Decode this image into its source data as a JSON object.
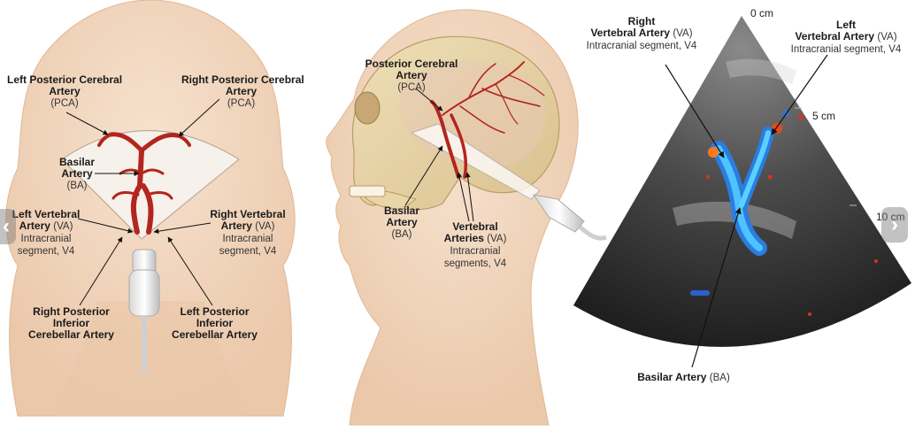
{
  "panel1": {
    "left_pca": {
      "line1": "Left Posterior Cerebral",
      "line2": "Artery",
      "sub": "(PCA)"
    },
    "right_pca": {
      "line1": "Right  Posterior Cerebral",
      "line2": "Artery",
      "sub": "(PCA)"
    },
    "basilar": {
      "line1": "Basilar",
      "line2": "Artery",
      "sub": "(BA)"
    },
    "left_va": {
      "line1": "Left Vertebral",
      "line2a": "Artery",
      "abbr": "(VA)",
      "line3": "Intracranial",
      "line4": "segment, V4"
    },
    "right_va": {
      "line1": "Right Vertebral",
      "line2a": "Artery",
      "abbr": "(VA)",
      "line3": "Intracranial",
      "line4": "segment, V4"
    },
    "right_pica": {
      "line1": "Right Posterior",
      "line2": "Inferior",
      "line3": "Cerebellar Artery"
    },
    "left_pica": {
      "line1": "Left Posterior",
      "line2": "Inferior",
      "line3": "Cerebellar Artery"
    }
  },
  "panel2": {
    "pca": {
      "line1": "Posterior Cerebral",
      "line2": "Artery",
      "sub": "(PCA)"
    },
    "basilar": {
      "line1": "Basilar",
      "line2": "Artery",
      "sub": "(BA)"
    },
    "vertebral": {
      "line1": "Vertebral",
      "line2a": "Arteries",
      "abbr": "(VA)",
      "line3": "Intracranial",
      "line4": "segments, V4"
    }
  },
  "panel3": {
    "right_va": {
      "line1": "Right",
      "line2a": "Vertebral Artery",
      "abbr": "(VA)",
      "line3": "Intracranial segment, V4"
    },
    "left_va": {
      "line1": "Left",
      "line2a": "Vertebral Artery",
      "abbr": "(VA)",
      "line3": "Intracranial segment, V4"
    },
    "basilar": {
      "bold": "Basilar Artery",
      "abbr": "(BA)"
    },
    "scale": {
      "d0": "0 cm",
      "d5": "5 cm",
      "d10": "10 cm"
    }
  },
  "nav": {
    "prev": "‹",
    "next": "›",
    "prev_icon": "chevron-left-icon",
    "next_icon": "chevron-right-icon"
  },
  "colors": {
    "skin": "#f3d9c2",
    "skin_shadow": "#e9c4a6",
    "artery": "#b3261e",
    "doppler_blue": "#3aa0ff",
    "doppler_red": "#d2381c",
    "ultrasound_bg": "#3a3a3a"
  }
}
